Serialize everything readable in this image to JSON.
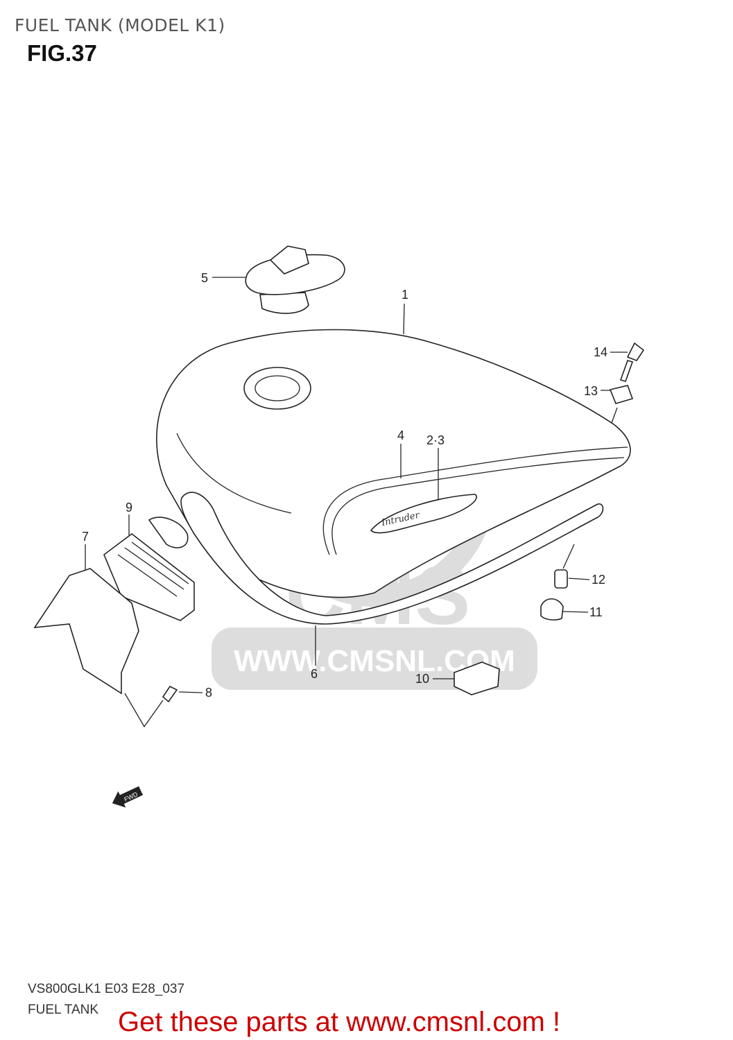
{
  "header": {
    "title": "FUEL TANK (MODEL K1)",
    "figure": "FIG.37"
  },
  "diagram": {
    "callouts": [
      "1",
      "2·3",
      "4",
      "5",
      "6",
      "7",
      "8",
      "9",
      "10",
      "11",
      "12",
      "13",
      "14"
    ],
    "emblem_text": "Intruder",
    "direction_marker": "FWD",
    "watermark": {
      "logo": "CMS",
      "url": "WWW.CMSNL.COM"
    }
  },
  "footer": {
    "model_code": "VS800GLK1 E03 E28_037",
    "section": "FUEL TANK",
    "promo": "Get these parts at www.cmsnl.com !",
    "promo_color": "#cc0000"
  }
}
